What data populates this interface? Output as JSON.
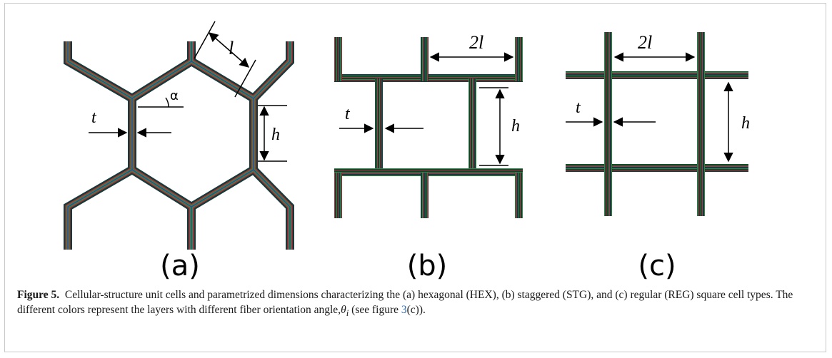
{
  "panels": [
    {
      "id": "a",
      "label": "(a)",
      "dims": {
        "length": "l",
        "angle": "α",
        "thickness": "t",
        "height": "h"
      }
    },
    {
      "id": "b",
      "label": "(b)",
      "dims": {
        "length": "2l",
        "thickness": "t",
        "height": "h"
      }
    },
    {
      "id": "c",
      "label": "(c)",
      "dims": {
        "length": "2l",
        "thickness": "t",
        "height": "h"
      }
    }
  ],
  "caption": {
    "label": "Figure 5.",
    "text_before": "Cellular-structure unit cells and parametrized dimensions characterizing the (a) hexagonal (HEX), (b) staggered (STG), and (c) regular (REG) square cell types. The different colors represent the layers with different fiber orientation angle,",
    "theta": "θ",
    "theta_sub": "i",
    "text_mid": " (see figure ",
    "fig_ref": "3",
    "text_end": "(c))."
  },
  "colors": {
    "wall_dark": "#173a3a",
    "wall_green": "#2e8a3a",
    "wall_red": "#b0333a",
    "wall_blue": "#3a3ab8",
    "link": "#2a6bb5"
  }
}
